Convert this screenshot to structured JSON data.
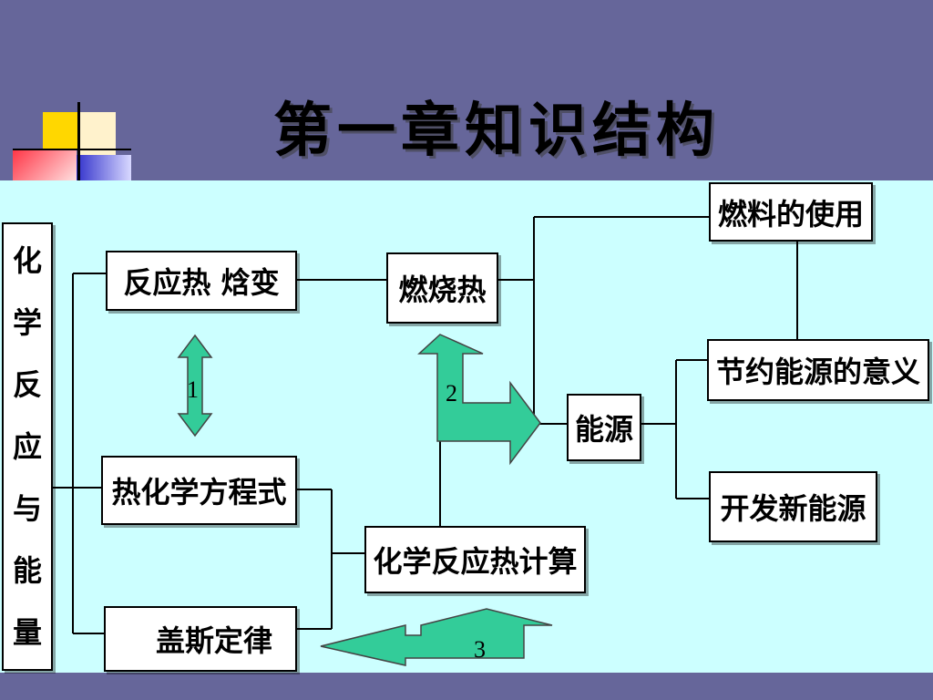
{
  "slide": {
    "title": "第一章知识结构",
    "colors": {
      "header_bg": "#66669A",
      "content_bg": "#CCFFFF",
      "accent_yellow": "#FFD700",
      "accent_red": "#FF3344",
      "accent_blue": "#3333CC",
      "arrow_fill": "#33CC99",
      "line": "#000000"
    }
  },
  "diagram": {
    "root": "化学反应与能量",
    "nodes": {
      "reaction_heat": "反应热  焓变",
      "thermo_equation": "热化学方程式",
      "hess_law": "盖斯定律",
      "combustion_heat": "燃烧热",
      "heat_calc": "化学反应热计算",
      "energy": "能源",
      "fuel_use": "燃料的使用",
      "save_energy": "节约能源的意义",
      "new_energy": "开发新能源"
    },
    "arrow_labels": [
      "1",
      "2",
      "3"
    ]
  }
}
